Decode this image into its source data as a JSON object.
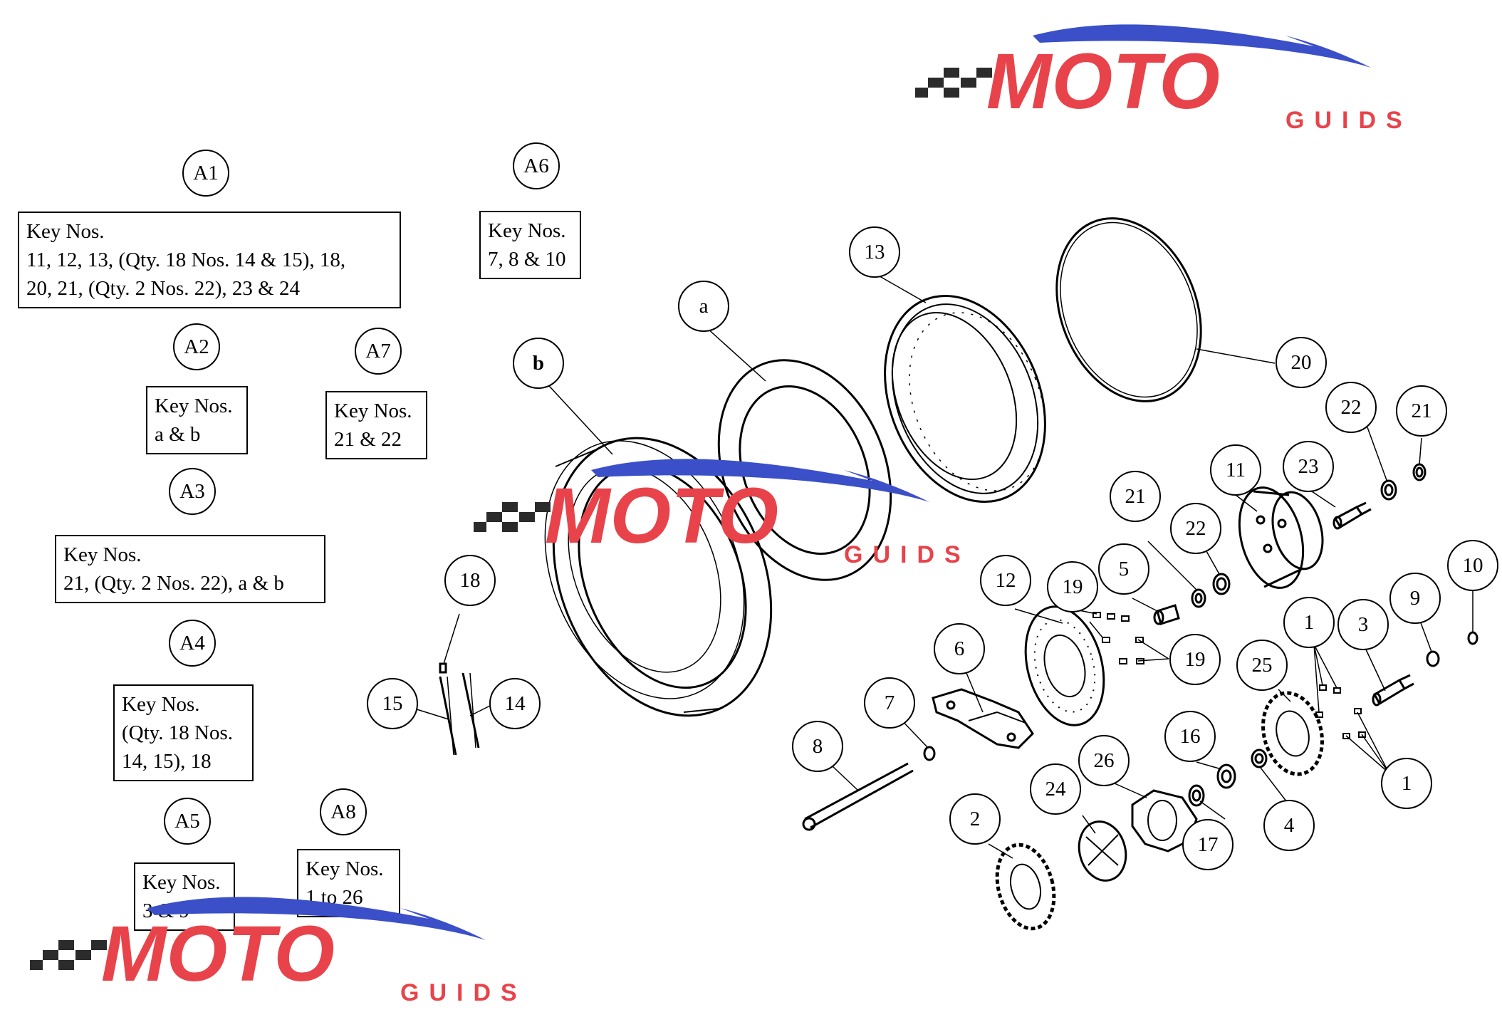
{
  "assemblies": [
    {
      "id": "A1",
      "key_lines": [
        "Key Nos.",
        "11, 12, 13, (Qty. 18 Nos. 14 & 15), 18,",
        "20, 21, (Qty. 2 Nos. 22), 23 & 24"
      ]
    },
    {
      "id": "A2",
      "key_lines": [
        "Key Nos.",
        "a & b"
      ]
    },
    {
      "id": "A3",
      "key_lines": [
        "Key Nos.",
        "21, (Qty. 2 Nos. 22), a & b"
      ]
    },
    {
      "id": "A4",
      "key_lines": [
        "Key Nos.",
        "(Qty. 18 Nos.",
        "14, 15), 18"
      ]
    },
    {
      "id": "A5",
      "key_lines": [
        "Key Nos.",
        "3 & 9"
      ]
    },
    {
      "id": "A6",
      "key_lines": [
        "Key Nos.",
        "7, 8 & 10"
      ]
    },
    {
      "id": "A7",
      "key_lines": [
        "Key Nos.",
        "21 & 22"
      ]
    },
    {
      "id": "A8",
      "key_lines": [
        "Key Nos.",
        "1 to 26"
      ]
    }
  ],
  "callouts": [
    "a",
    "b",
    "1",
    "1",
    "2",
    "3",
    "4",
    "5",
    "6",
    "7",
    "8",
    "9",
    "10",
    "11",
    "12",
    "13",
    "14",
    "15",
    "16",
    "17",
    "18",
    "19",
    "19",
    "20",
    "21",
    "21",
    "22",
    "22",
    "23",
    "24",
    "25",
    "26"
  ],
  "logo": {
    "wordmark": "MOTO",
    "sub": "GUIDS",
    "colors": {
      "red": "#e8434a",
      "blue": "#3b4fc9",
      "dark": "#2b2b2b",
      "gray": "#8a8a8a"
    }
  }
}
